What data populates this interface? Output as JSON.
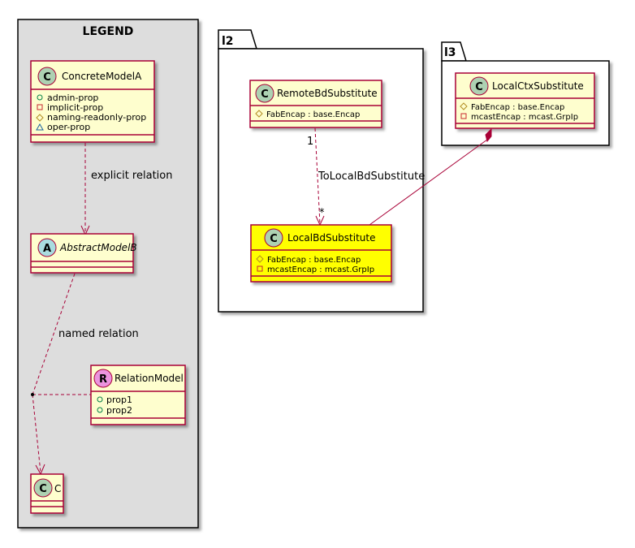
{
  "legend": {
    "title": "LEGEND",
    "concrete_model": {
      "name": "ConcreteModelA",
      "stereotype_letter": "C",
      "props": [
        {
          "symbol": "public",
          "text": "admin-prop"
        },
        {
          "symbol": "private",
          "text": "implicit-prop"
        },
        {
          "symbol": "protected",
          "text": "naming-readonly-prop"
        },
        {
          "symbol": "package",
          "text": "oper-prop"
        }
      ]
    },
    "explicit_relation_label": "explicit relation",
    "abstract_model": {
      "name": "AbstractModelB",
      "stereotype_letter": "A"
    },
    "named_relation_label": "named relation",
    "relation_model": {
      "name": "RelationModel",
      "stereotype_letter": "R",
      "props": [
        {
          "symbol": "public",
          "text": "prop1"
        },
        {
          "symbol": "public",
          "text": "prop2"
        }
      ]
    },
    "target_class": {
      "name": "C",
      "stereotype_letter": "C"
    }
  },
  "package_l2": {
    "name": "l2",
    "remote": {
      "name": "RemoteBdSubstitute",
      "stereotype_letter": "C",
      "props": [
        {
          "symbol": "protected",
          "text": "FabEncap : base.Encap"
        }
      ]
    },
    "relation_label": "ToLocalBdSubstitute",
    "multiplicity_source": "1",
    "multiplicity_target": "*",
    "local": {
      "name": "LocalBdSubstitute",
      "stereotype_letter": "C",
      "props": [
        {
          "symbol": "protected",
          "text": "FabEncap : base.Encap"
        },
        {
          "symbol": "private",
          "text": "mcastEncap : mcast.GrpIp"
        }
      ]
    }
  },
  "package_l3": {
    "name": "l3",
    "local_ctx": {
      "name": "LocalCtxSubstitute",
      "stereotype_letter": "C",
      "props": [
        {
          "symbol": "protected",
          "text": "FabEncap : base.Encap"
        },
        {
          "symbol": "private",
          "text": "mcastEncap : mcast.GrpIp"
        }
      ]
    }
  },
  "colors": {
    "class_fill": "#FEFECE",
    "class_border": "#A80036",
    "highlight_fill": "#FFFF00",
    "legend_fill": "#DDDDDD",
    "circle_class": "#ADD1B2",
    "circle_abstract": "#A9DCDF",
    "circle_relation": "#EB93DF",
    "arrow": "#A80036"
  }
}
